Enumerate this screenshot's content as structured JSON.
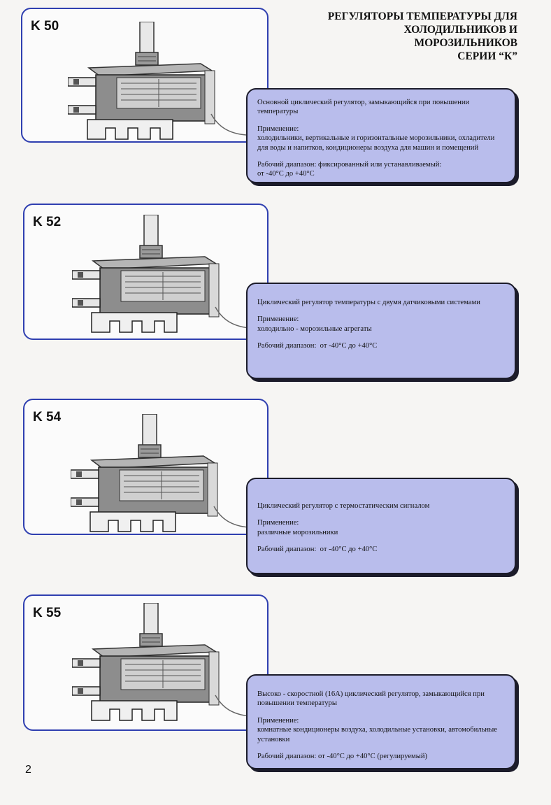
{
  "page_title": {
    "line1": "РЕГУЛЯТОРЫ ТЕМПЕРАТУРЫ ДЛЯ",
    "line2": "ХОЛОДИЛЬНИКОВ И",
    "line3": "МОРОЗИЛЬНИКОВ",
    "line4": "СЕРИИ “К”"
  },
  "products": [
    {
      "model": "K 50",
      "description": "Основной циклический регулятор, замыкающийся при повышении температуры",
      "application_label": "Применение:",
      "application": "холодильники, вертикальные и горизонтальные морозильники, охладители для воды и напитков, кондиционеры воздуха для машин и помещений",
      "range_label": "Рабочий диапазон: фиксированный или устанавливаемый:",
      "range": "от -40°C до +40°C"
    },
    {
      "model": "K 52",
      "description": "Циклический регулятор температуры с двумя датчиковыми системами",
      "application_label": "Применение:",
      "application": "холодильно - морозильные агрегаты",
      "range_label": "Рабочий диапазон:",
      "range": "от -40°C до +40°C"
    },
    {
      "model": "K 54",
      "description": "Циклический регулятор с термостатическим сигналом",
      "application_label": "Применение:",
      "application": "различные морозильники",
      "range_label": "Рабочий диапазон:",
      "range": "от -40°C до +40°C"
    },
    {
      "model": "K 55",
      "description": "Высоко - скоростной (16А) циклический регулятор, замыкающийся при повышении температуры",
      "application_label": "Применение:",
      "application": "комнатные кондиционеры воздуха, холодильные установки, автомобильные установки",
      "range_label": "Рабочий диапазон:",
      "range": "от -40°C до +40°C (регулируемый)"
    }
  ],
  "page_number": "2",
  "colors": {
    "card_border": "#2f3fb0",
    "desc_fill": "#b9bdec",
    "desc_border": "#1c1c2a"
  },
  "icons": [
    "thermostat-photo"
  ]
}
